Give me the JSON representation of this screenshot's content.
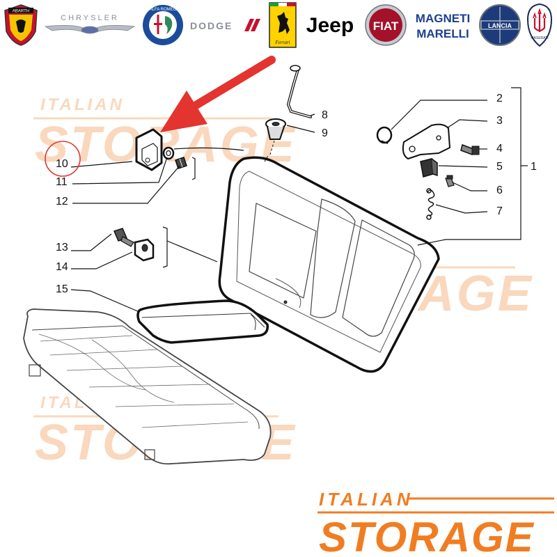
{
  "brands": [
    {
      "id": "abarth",
      "text": "ABARTH",
      "color": "#c8102e"
    },
    {
      "id": "chrysler",
      "text": "CHRYSLER",
      "color": "#8a8f98"
    },
    {
      "id": "alfa",
      "text": "ALFA ROMEO",
      "color": "#b5121b"
    },
    {
      "id": "dodge",
      "text": "DODGE",
      "color": "#c8102e"
    },
    {
      "id": "ferrari",
      "text": "Ferrari",
      "color": "#ffd200"
    },
    {
      "id": "jeep",
      "text": "Jeep",
      "color": "#000000"
    },
    {
      "id": "fiat",
      "text": "FIAT",
      "color": "#a3122a"
    },
    {
      "id": "magneti",
      "line1": "MAGNETI",
      "line2": "MARELLI",
      "color": "#1b3f8f"
    },
    {
      "id": "lancia",
      "text": "LANCIA",
      "color": "#1d3b7a"
    },
    {
      "id": "maserati",
      "text": "MASERATI",
      "color": "#1a2a55"
    }
  ],
  "callouts": [
    "1",
    "2",
    "3",
    "4",
    "5",
    "6",
    "7",
    "8",
    "9",
    "10",
    "11",
    "12",
    "13",
    "14",
    "15"
  ],
  "highlighted_part": "10",
  "watermark": {
    "line1": "ITALIAN",
    "line2": "STORAGE",
    "color": "#f5b98a"
  },
  "footer_logo": {
    "line1": "ITALIAN",
    "line2": "STORAGE",
    "color": "#f07d22"
  }
}
